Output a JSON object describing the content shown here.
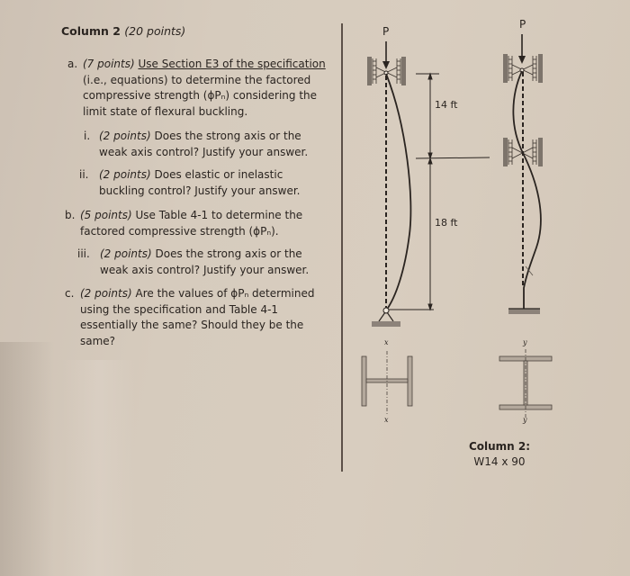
{
  "header": {
    "title": "Column 2",
    "points": "(20 points)"
  },
  "questions": {
    "a": {
      "label": "a.",
      "points": "(7 points)",
      "underlined": "Use Section E3 of the specification",
      "line2": "(i.e., equations) to determine the factored",
      "line3": "compressive strength (ϕPₙ) considering the",
      "line4": "limit state of flexural buckling.",
      "sub": [
        {
          "label": "i.",
          "points": "(2 points)",
          "line1": "Does the strong axis or the",
          "line2": "weak axis control? Justify your answer."
        },
        {
          "label": "ii.",
          "points": "(2 points)",
          "line1": "Does elastic or inelastic",
          "line2": "buckling control? Justify your answer."
        }
      ]
    },
    "b": {
      "label": "b.",
      "points": "(5 points)",
      "line1": "Use Table 4-1 to determine the",
      "line2": "factored compressive strength (ϕPₙ).",
      "sub": [
        {
          "label": "iii.",
          "points": "(2 points)",
          "line1": "Does the strong axis or the",
          "line2": "weak axis control? Justify your answer."
        }
      ]
    },
    "c": {
      "label": "c.",
      "points": "(2 points)",
      "line1": "Are the values of ϕPₙ determined",
      "line2": "using the specification and Table 4-1",
      "line3": "essentially the same?  Should they be the",
      "line4": "same?"
    }
  },
  "diagram": {
    "load_left": "P",
    "load_right": "P",
    "dim_upper": "14 ft",
    "dim_lower": "18 ft",
    "axis_x_top": "x",
    "axis_x_bottom": "x",
    "axis_y_top": "y",
    "axis_y_bottom": "y",
    "caption_title": "Column 2:",
    "caption_section": "W14 x 90"
  }
}
